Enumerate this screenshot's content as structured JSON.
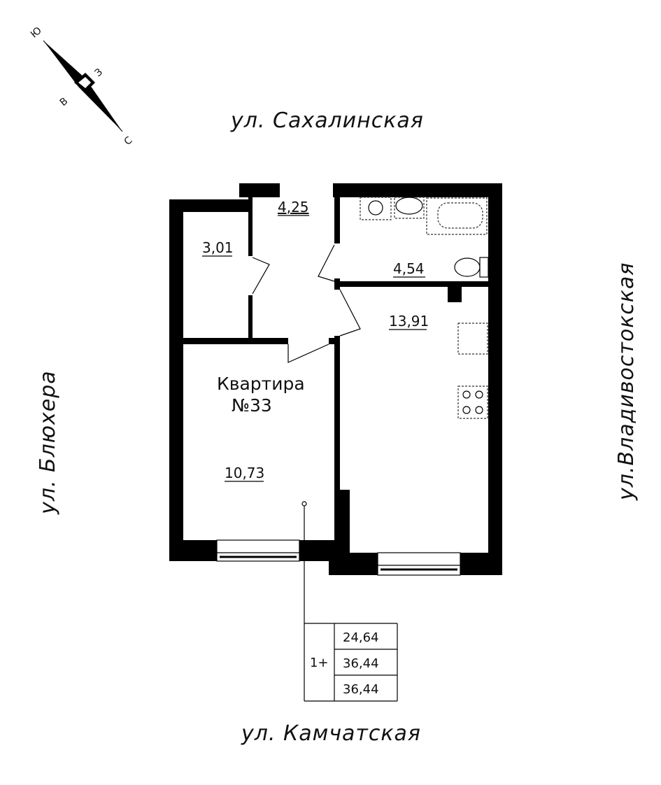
{
  "compass": {
    "north": "С",
    "south": "Ю",
    "east": "В",
    "west": "З"
  },
  "streets": {
    "top": "ул. Сахалинская",
    "left": "ул. Блюхера",
    "right": "ул.Владивостокская",
    "bottom": "ул. Камчатская"
  },
  "rooms": {
    "hall": "4,25",
    "storage": "3,01",
    "bathroom": "4,54",
    "kitchen": "13,91",
    "bedroom": "10,73"
  },
  "apartment": {
    "label": "Квартира",
    "number": "№33"
  },
  "summary": {
    "rooms": "1+",
    "living_area": "24,64",
    "total_area": "36,44",
    "total_area_with_balcony": "36,44"
  }
}
